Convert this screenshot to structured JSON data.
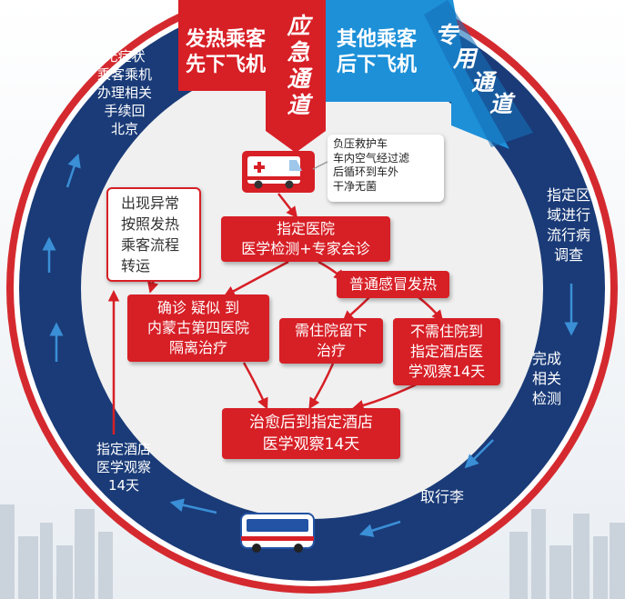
{
  "header": {
    "fever_passengers": [
      "发热乘客",
      "先下飞机"
    ],
    "other_passengers": [
      "其他乘客",
      "后下飞机"
    ],
    "emergency_channel": [
      "应",
      "急",
      "通",
      "道"
    ],
    "dedicated_channel": [
      "专",
      "用",
      "通",
      "道"
    ]
  },
  "ambulance": {
    "icon": "ambulance-icon",
    "note": [
      "负压救护车",
      "车内空气经过滤",
      "后循环到车外",
      "干净无菌"
    ]
  },
  "abnormal_note": [
    "出现异常",
    "按照发热",
    "乘客流程",
    "转运"
  ],
  "boxes": {
    "hospital": [
      "指定医院",
      "医学检测+专家会诊"
    ],
    "flu": [
      "普通感冒发热"
    ],
    "confirmed": [
      "确诊 疑似 到",
      "内蒙古第四医院",
      "隔离治疗"
    ],
    "hospitalize": [
      "需住院留下",
      "治疗"
    ],
    "no_hospitalize": [
      "不需住院到",
      "指定酒店医",
      "学观察14天"
    ],
    "recovered": [
      "治愈后到指定酒店",
      "医学观察14天"
    ]
  },
  "ring": {
    "return_beijing": [
      "无症状",
      "乘客乘机",
      "办理相关",
      "手续回",
      "北京"
    ],
    "epi_survey": [
      "指定区",
      "域进行",
      "流行病",
      "调查"
    ],
    "testing": [
      "完成",
      "相关",
      "检测"
    ],
    "luggage": [
      "取行李"
    ],
    "hotel_observe": [
      "指定酒店",
      "医学观察",
      "14天"
    ]
  },
  "bus": {
    "icon": "bus-icon"
  },
  "colors": {
    "ring_red": "#d42a2f",
    "ring_navy": "#1a3b78",
    "channel_red": "#d71f26",
    "channel_blue": "#1d90d8",
    "inner_bg": "#f0f0f0",
    "arrow_blue": "#3a8fd6"
  }
}
